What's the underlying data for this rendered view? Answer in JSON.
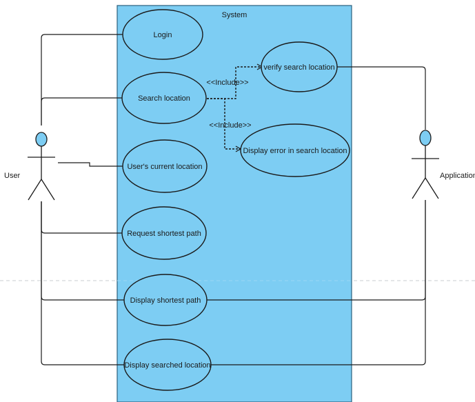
{
  "system": {
    "label": "System"
  },
  "actors": {
    "user": {
      "label": "User"
    },
    "application": {
      "label": "Application"
    }
  },
  "use_cases": {
    "login": "Login",
    "search_location": "Search location",
    "verify_search_location": "verify search location",
    "display_error": "Display error in search location",
    "current_location": "User's current location",
    "request_shortest_path": "Request shortest path",
    "display_shortest_path": "Display shortest path",
    "display_searched_location": "Display searched location"
  },
  "relations": {
    "include_verify": "<<Include>>",
    "include_error": "<<Include>>"
  },
  "colors": {
    "system_fill": "#7dcdf3",
    "use_case_fill": "#7dcdf3",
    "actor_head": "#7dcdf3",
    "line": "#1a1a1a"
  }
}
